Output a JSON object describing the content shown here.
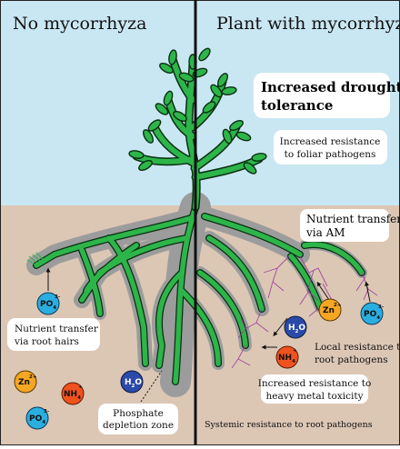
{
  "left_panel": {
    "title": "No mycorrhyza",
    "labels": {
      "nutrient_hairs": [
        "Nutrient transfer",
        "via root hairs"
      ],
      "phosphate_zone": [
        "Phosphate",
        "depletion zone"
      ]
    }
  },
  "right_panel": {
    "title": "Plant with mycorrhyza",
    "labels": {
      "drought": [
        "Increased drought",
        "tolerance"
      ],
      "foliar": [
        "Increased resistance",
        "to foliar pathogens"
      ],
      "nutrient_am": [
        "Nutrient transfer",
        "via AM"
      ],
      "local_resist": [
        "Local resistance to",
        "root pathogens"
      ],
      "heavy_metal": [
        "Increased resistance to",
        "heavy metal toxicity"
      ],
      "systemic": "Systemic resistance to root pathogens"
    }
  },
  "ions": {
    "po4": {
      "main": "PO",
      "sub": "4",
      "sup": "3-"
    },
    "zn": {
      "main": "Zn",
      "sup": "2+"
    },
    "nh4": {
      "main": "NH",
      "sub": "4",
      "sup": "+"
    },
    "h2o": {
      "main": "H",
      "sub": "2",
      "main2": "O"
    }
  },
  "colors": {
    "sky": "#c9e7f2",
    "soil": "#dcc7b5",
    "plant": "#2db54a",
    "plant_outline": "#0b2e12",
    "depletion_zone": "#9a9a9a",
    "hyphae": "#9b3a9a",
    "po4_ion": "#2aaee0",
    "zn_ion": "#f5a623",
    "nh4_ion": "#f0521e",
    "h2o_ion": "#2b4aa8"
  }
}
